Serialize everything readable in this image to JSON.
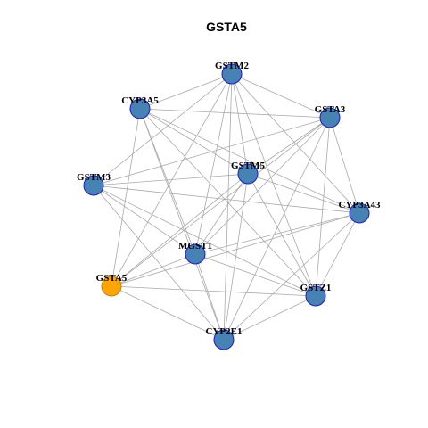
{
  "title": "GSTA5",
  "colors": {
    "node_fill": "#4682b4",
    "node_stroke": "#1a1acd",
    "highlight_fill": "#ffa500",
    "highlight_stroke": "#b8860b",
    "edge": "#a9a9a9"
  },
  "nodes": [
    {
      "id": "GSTM2",
      "label": "GSTM2",
      "highlight": false
    },
    {
      "id": "CYP3A5",
      "label": "CYP3A5",
      "highlight": false
    },
    {
      "id": "GSTA3",
      "label": "GSTA3",
      "highlight": false
    },
    {
      "id": "GSTM5",
      "label": "GSTM5",
      "highlight": false
    },
    {
      "id": "GSTM3",
      "label": "GSTM3",
      "highlight": false
    },
    {
      "id": "CYP3A43",
      "label": "CYP3A43",
      "highlight": false
    },
    {
      "id": "MGST1",
      "label": "MGST1",
      "highlight": false
    },
    {
      "id": "GSTA5",
      "label": "GSTA5",
      "highlight": true
    },
    {
      "id": "GSTZ1",
      "label": "GSTZ1",
      "highlight": false
    },
    {
      "id": "CYP2E1",
      "label": "CYP2E1",
      "highlight": false
    }
  ],
  "edges": [
    [
      "GSTM2",
      "CYP3A5"
    ],
    [
      "GSTM2",
      "GSTA3"
    ],
    [
      "GSTM2",
      "GSTM5"
    ],
    [
      "GSTM2",
      "GSTM3"
    ],
    [
      "GSTM2",
      "CYP3A43"
    ],
    [
      "GSTM2",
      "MGST1"
    ],
    [
      "GSTM2",
      "GSTA5"
    ],
    [
      "GSTM2",
      "GSTZ1"
    ],
    [
      "GSTM2",
      "CYP2E1"
    ],
    [
      "CYP3A5",
      "GSTA3"
    ],
    [
      "CYP3A5",
      "GSTM5"
    ],
    [
      "CYP3A5",
      "CYP3A43"
    ],
    [
      "CYP3A5",
      "MGST1"
    ],
    [
      "CYP3A5",
      "GSTA5"
    ],
    [
      "CYP3A5",
      "GSTZ1"
    ],
    [
      "CYP3A5",
      "CYP2E1"
    ],
    [
      "GSTA3",
      "GSTM5"
    ],
    [
      "GSTA3",
      "GSTM3"
    ],
    [
      "GSTA3",
      "CYP3A43"
    ],
    [
      "GSTA3",
      "MGST1"
    ],
    [
      "GSTA3",
      "GSTA5"
    ],
    [
      "GSTA3",
      "GSTZ1"
    ],
    [
      "GSTA3",
      "CYP2E1"
    ],
    [
      "GSTM5",
      "GSTM3"
    ],
    [
      "GSTM5",
      "CYP3A43"
    ],
    [
      "GSTM5",
      "MGST1"
    ],
    [
      "GSTM5",
      "GSTA5"
    ],
    [
      "GSTM5",
      "GSTZ1"
    ],
    [
      "GSTM5",
      "CYP2E1"
    ],
    [
      "GSTM3",
      "CYP3A43"
    ],
    [
      "GSTM3",
      "MGST1"
    ],
    [
      "GSTM3",
      "GSTZ1"
    ],
    [
      "GSTM3",
      "CYP2E1"
    ],
    [
      "CYP3A43",
      "MGST1"
    ],
    [
      "CYP3A43",
      "GSTA5"
    ],
    [
      "CYP3A43",
      "GSTZ1"
    ],
    [
      "CYP3A43",
      "CYP2E1"
    ],
    [
      "MGST1",
      "GSTA5"
    ],
    [
      "MGST1",
      "GSTZ1"
    ],
    [
      "MGST1",
      "CYP2E1"
    ],
    [
      "GSTA5",
      "GSTZ1"
    ],
    [
      "GSTA5",
      "CYP2E1"
    ],
    [
      "GSTZ1",
      "CYP2E1"
    ]
  ]
}
